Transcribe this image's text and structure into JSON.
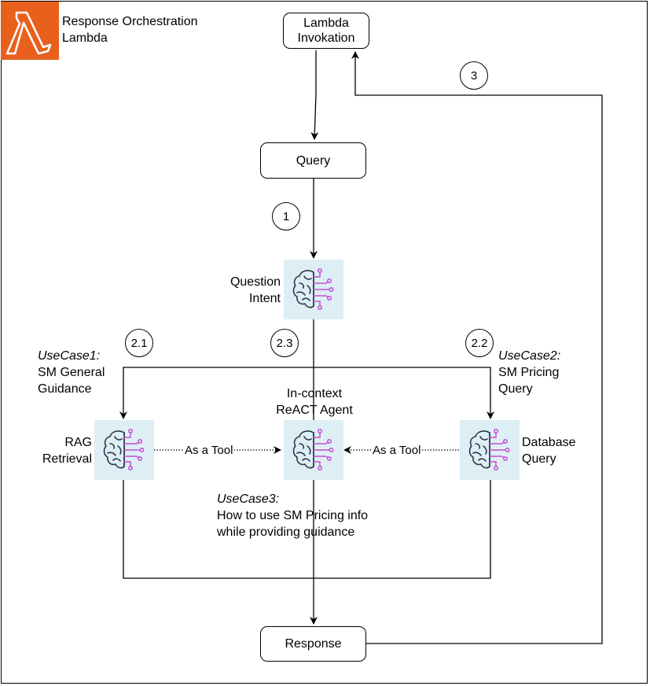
{
  "header": {
    "lambda_title_1": "Response Orchestration",
    "lambda_title_2": "Lambda"
  },
  "nodes": {
    "invocation_1": "Lambda",
    "invocation_2": "Invokation",
    "query": "Query",
    "question_intent_1": "Question",
    "question_intent_2": "Intent",
    "agent_1": "In-context",
    "agent_2": "ReACT Agent",
    "rag_1": "RAG",
    "rag_2": "Retrieval",
    "db_1": "Database",
    "db_2": "Query",
    "response": "Response"
  },
  "steps": {
    "s1": "1",
    "s21": "2.1",
    "s22": "2.2",
    "s23": "2.3",
    "s3": "3"
  },
  "usecases": {
    "uc1_title": "UseCase1:",
    "uc1_line1": "SM General",
    "uc1_line2": "Guidance",
    "uc2_title": "UseCase2:",
    "uc2_line1": "SM Pricing",
    "uc2_line2": "Query",
    "uc3_title": "UseCase3:",
    "uc3_line1": "How to use SM Pricing info",
    "uc3_line2": "while providing guidance"
  },
  "edges": {
    "tool_left": "As a Tool",
    "tool_right": "As a Tool"
  },
  "icons": {
    "lambda": "aws-lambda-icon",
    "ml": "machine-learning-brain-icon"
  },
  "colors": {
    "lambda_orange": "#e8601c",
    "tile_bg": "#deeef5",
    "brain_stroke": "#2d3a4a",
    "circuit_purple": "#c34fd1"
  }
}
